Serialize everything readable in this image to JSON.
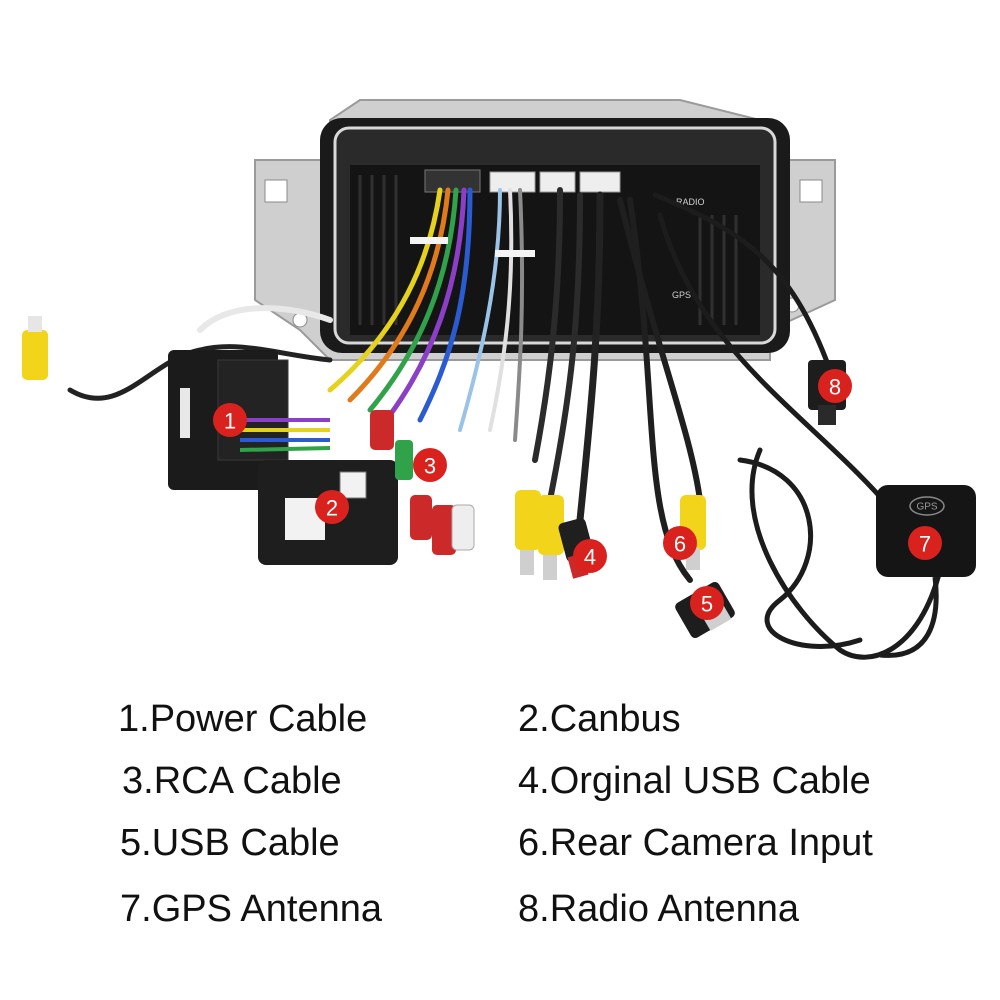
{
  "product_photo": {
    "unit_labels": [
      "RADIO",
      "GPS"
    ],
    "gps_module_label": "GPS",
    "badges": [
      "1",
      "2",
      "3",
      "4",
      "5",
      "6",
      "7",
      "8"
    ]
  },
  "legend": [
    {
      "text": "1.Power Cable"
    },
    {
      "text": "2.Canbus"
    },
    {
      "text": "3.RCA Cable"
    },
    {
      "text": "4.Orginal USB Cable"
    },
    {
      "text": "5.USB Cable"
    },
    {
      "text": "6.Rear Camera Input"
    },
    {
      "text": "7.GPS Antenna"
    },
    {
      "text": "8.Radio Antenna"
    }
  ],
  "colors": {
    "badge": "#d9221e",
    "unit": "#1a1a1a",
    "bracket": "#c9c9c9",
    "rca_yellow": "#f2d41a",
    "rca_red": "#cc2a2a",
    "rca_white": "#eeeeee"
  }
}
